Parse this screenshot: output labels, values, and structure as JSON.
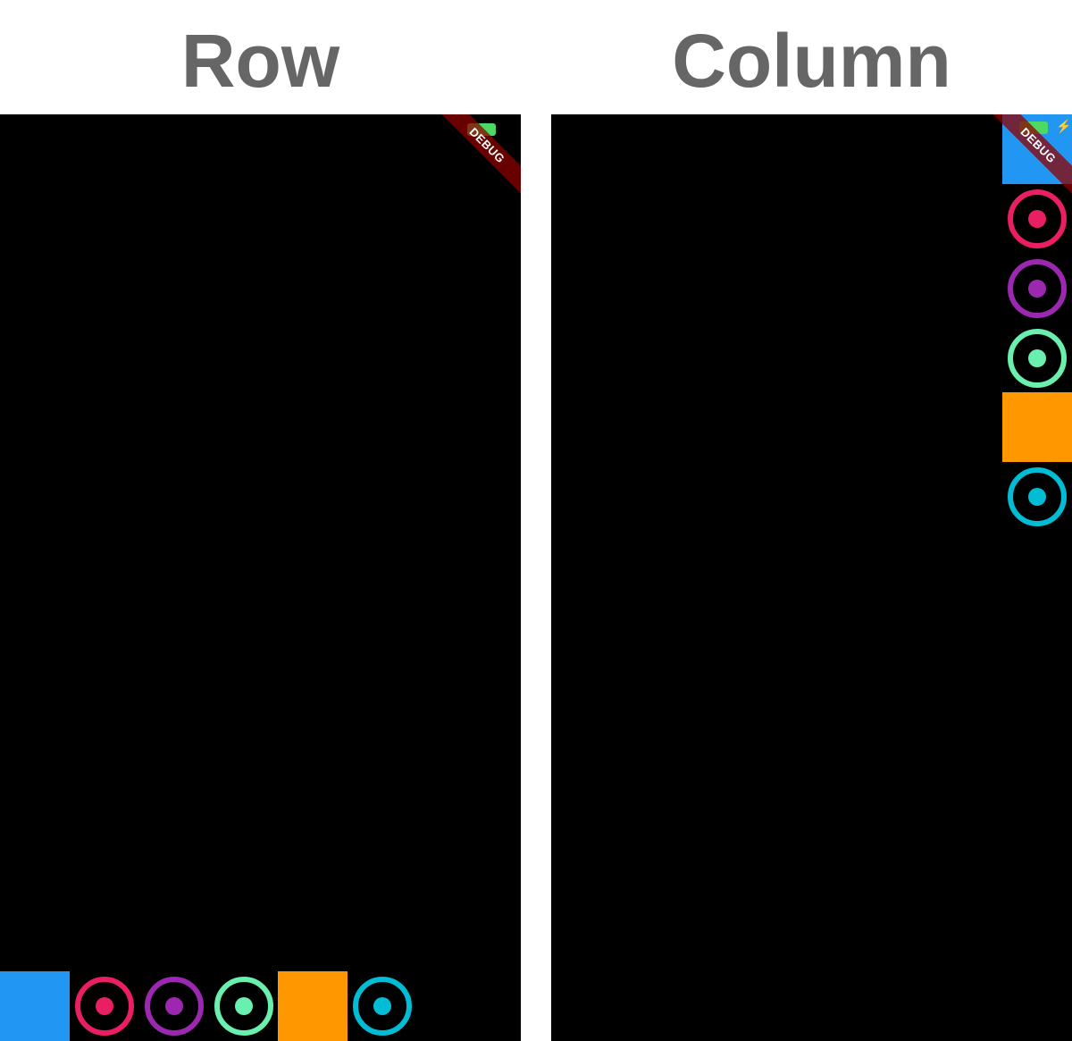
{
  "panels": [
    {
      "title": "Row",
      "layout": "horizontal"
    },
    {
      "title": "Column",
      "layout": "vertical"
    }
  ],
  "debug_banner": "DEBUG",
  "status": {
    "battery_color": "#4cd964",
    "charging_icon": "bolt-icon"
  },
  "items": [
    {
      "type": "square",
      "color": "#2196f3"
    },
    {
      "type": "ring",
      "color": "#e91e63"
    },
    {
      "type": "ring",
      "color": "#9c27b0"
    },
    {
      "type": "ring",
      "color": "#69f0ae"
    },
    {
      "type": "square",
      "color": "#ff9800"
    },
    {
      "type": "ring",
      "color": "#00bcd4"
    }
  ]
}
